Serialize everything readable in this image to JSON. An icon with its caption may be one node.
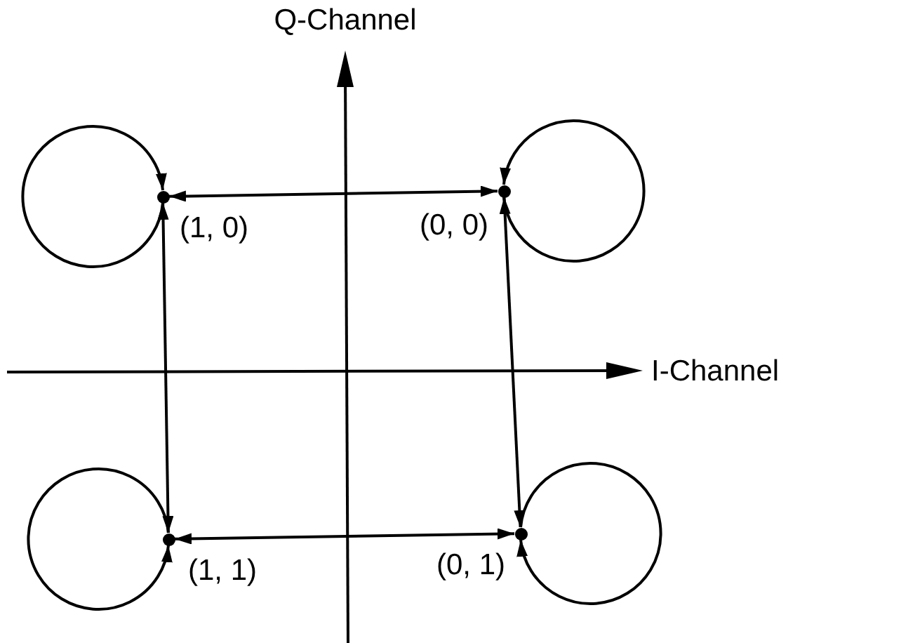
{
  "diagram": {
    "nodes": [
      {
        "text": [],
        "shape": "circle",
        "beside": [
          "(1, 0)"
        ]
      },
      {
        "text": [],
        "shape": "circle",
        "beside": [
          "(0, 0)"
        ]
      },
      {
        "text": [],
        "shape": "circle",
        "beside": [
          "(1, 1)"
        ]
      },
      {
        "text": [],
        "shape": "circle",
        "beside": [
          "(0, 1)"
        ]
      }
    ],
    "edges": [
      {
        "from": 0,
        "to": 0,
        "arrow": "to"
      },
      {
        "from": 1,
        "to": 1,
        "arrow": "to"
      },
      {
        "from": 2,
        "to": 2,
        "arrow": "to"
      },
      {
        "from": 3,
        "to": 3,
        "arrow": "to"
      },
      {
        "from": 0,
        "to": 1,
        "arrow": "both"
      },
      {
        "from": 0,
        "to": 2,
        "arrow": "both"
      },
      {
        "from": 1,
        "to": 3,
        "arrow": "both"
      },
      {
        "from": 2,
        "to": 3,
        "arrow": "both"
      }
    ],
    "labels": [
      "Q-Channel",
      "I-Channel"
    ]
  }
}
